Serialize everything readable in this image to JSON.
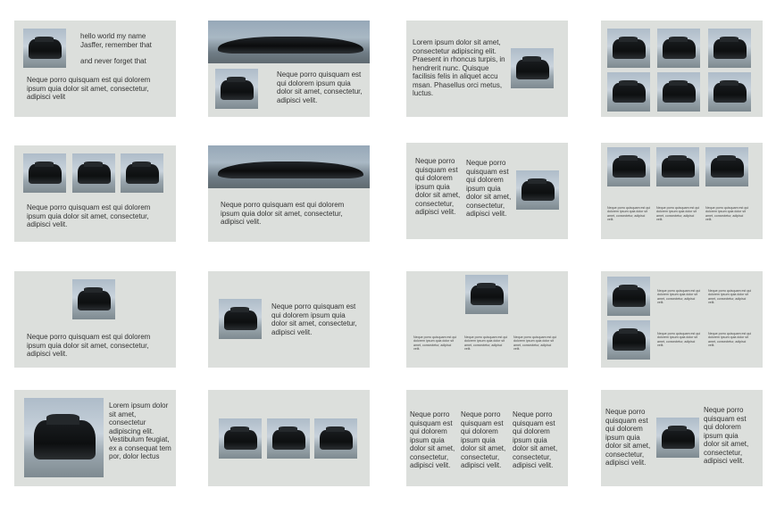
{
  "texts": {
    "hello": "hello world my name Jasffer, remember that",
    "forget": "and never forget that",
    "neque_long": "Neque porro quisquam est qui dolorem ipsum quia dolor sit amet, consectetur, adipisci velit",
    "neque_long_dot": "Neque porro quisquam est qui dolorem ipsum quia dolor sit amet, consectetur, adipisci velit.",
    "lorem_a": "Lorem ipsum dolor sit amet, consectetur adipiscing elit. Praesent in rhoncus turpis, in hendrerit nunc. Quisque facilisis felis in aliquet accu msan. Phasellus orci metus, luctus.",
    "lorem_b": "Lorem ipsum dolor sit amet, consectetur  adipiscing elit. Vestibulum feugiat, ex a consequat tem por, dolor lectus",
    "neque_tiny": "Neque porro quisquam est qui dolorem ipsum quia dolor sit amet, consectetur, adipisci velit."
  }
}
